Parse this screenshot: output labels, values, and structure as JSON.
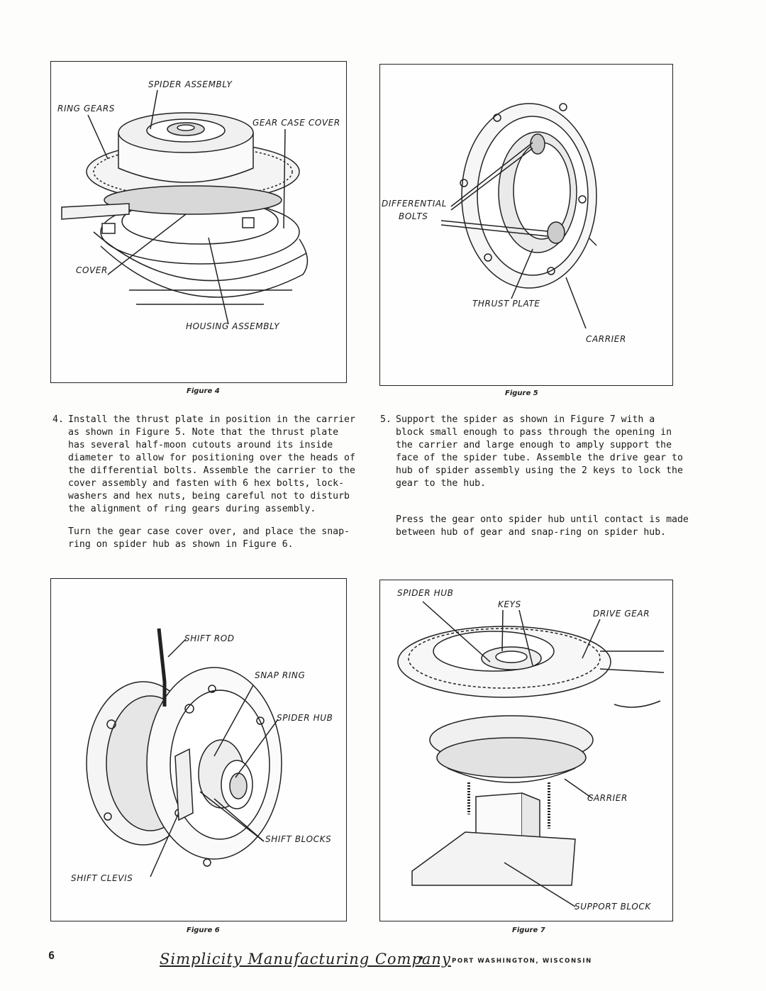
{
  "figures": {
    "fig4": {
      "caption": "Figure 4",
      "labels": {
        "spider_assembly": "SPIDER ASSEMBLY",
        "ring_gears": "RING GEARS",
        "gear_case_cover": "GEAR CASE COVER",
        "cover": "COVER",
        "housing_assembly": "HOUSING ASSEMBLY"
      }
    },
    "fig5": {
      "caption": "Figure 5",
      "labels": {
        "differential": "DIFFERENTIAL",
        "bolts": "BOLTS",
        "thrust_plate": "THRUST PLATE",
        "carrier": "CARRIER"
      }
    },
    "fig6": {
      "caption": "Figure 6",
      "labels": {
        "shift_rod": "SHIFT ROD",
        "snap_ring": "SNAP RING",
        "spider_hub": "SPIDER HUB",
        "shift_blocks": "SHIFT BLOCKS",
        "shift_clevis": "SHIFT CLEVIS"
      }
    },
    "fig7": {
      "caption": "Figure 7",
      "labels": {
        "spider_hub": "SPIDER HUB",
        "keys": "KEYS",
        "drive_gear": "DRIVE GEAR",
        "carrier": "CARRIER",
        "support_block": "SUPPORT BLOCK"
      }
    }
  },
  "steps": {
    "step4": {
      "number": "4.",
      "lines": [
        "Install the thrust plate in position in the carrier",
        "as shown in Figure 5.  Note that the thrust plate",
        "has several half-moon cutouts around its inside",
        "diameter to allow for positioning over the heads of",
        "the differential bolts. Assemble the carrier to the",
        "cover assembly and fasten with 6 hex bolts, lock-",
        "washers and hex nuts, being careful not to disturb",
        "the alignment of ring gears during assembly."
      ],
      "extra_lines": [
        "Turn the gear case cover over, and place the snap-",
        "ring on spider hub as shown in Figure 6."
      ]
    },
    "step5": {
      "number": "5.",
      "lines": [
        "Support the spider as shown in Figure 7 with a",
        "block small enough to pass through the opening in",
        "the carrier and large enough to amply support the",
        "face of the spider tube. Assemble the drive gear to",
        "hub of spider assembly using the 2 keys to lock the",
        "gear to the hub."
      ],
      "extra_lines": [
        "Press the gear onto spider hub until contact is made",
        "between hub of gear and snap-ring on spider hub."
      ]
    }
  },
  "footer": {
    "page_number": "6",
    "company": "Simplicity Manufacturing Company",
    "bullet": "•",
    "location": "PORT WASHINGTON, WISCONSIN"
  }
}
